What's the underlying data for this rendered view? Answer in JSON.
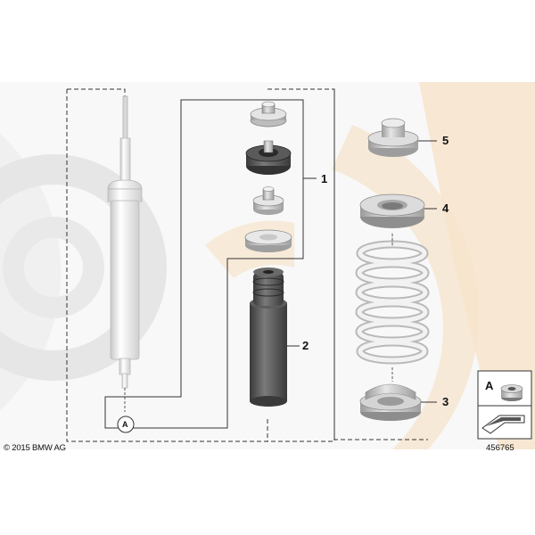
{
  "diagram": {
    "copyright": "© 2015 BMW AG",
    "reference_number": "456765",
    "callouts": [
      {
        "id": "1",
        "label": "1"
      },
      {
        "id": "2",
        "label": "2"
      },
      {
        "id": "3",
        "label": "3"
      },
      {
        "id": "4",
        "label": "4"
      },
      {
        "id": "5",
        "label": "5"
      }
    ],
    "detail_label": "A",
    "detail_marker": "A",
    "colors": {
      "watermark": "#f7e4cc",
      "watermark_grey": "#efefef",
      "part_light": "#dadada",
      "part_dark": "#4a4a4a",
      "frame": "#333333"
    }
  }
}
